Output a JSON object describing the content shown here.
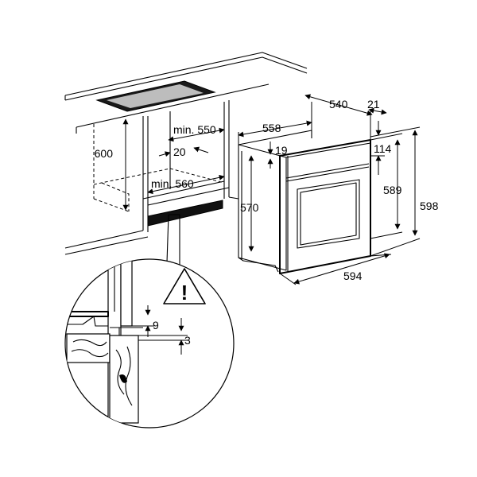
{
  "diagram": {
    "dimensions": {
      "cabinet_height": "600",
      "cabinet_width_min": "min. 550",
      "cabinet_gap": "20",
      "cabinet_depth_min": "min. 560",
      "oven_depth_total": "558",
      "oven_body_depth": "540",
      "oven_front_thickness": "21",
      "oven_front_inset": "19",
      "oven_panel_height": "114",
      "oven_body_height": "570",
      "oven_front_height_inner": "589",
      "oven_front_height": "598",
      "oven_width": "594",
      "detail_gap_top": "9",
      "detail_gap_bottom": "3"
    },
    "warning_symbol": "!"
  }
}
